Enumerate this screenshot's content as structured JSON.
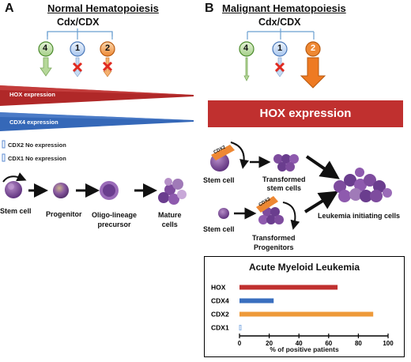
{
  "panelA": {
    "letter": "A",
    "title": "Normal Hematopoiesis",
    "cdx_title": "Cdx/CDX",
    "circles": [
      "4",
      "1",
      "2"
    ],
    "hox_label": "HOX expression",
    "cdx4_label": "CDX4  expression",
    "legend": [
      "CDX2 No expression",
      "CDX1 No expression"
    ],
    "cells": [
      "Stem cell",
      "Progenitor",
      "Oligo-lineage\nprecursor",
      "Mature\ncells"
    ]
  },
  "panelB": {
    "letter": "B",
    "title": "Malignant Hematopoiesis",
    "cdx_title": "Cdx/CDX",
    "circles": [
      "4",
      "1",
      "2"
    ],
    "hox_label": "HOX expression",
    "cdx2_tag": "CDX2",
    "cells": {
      "stem1": "Stem cell",
      "transformed_stem": "Transformed\nstem cells",
      "stem2": "Stem cell",
      "transformed_prog": "Transformed\nProgenitors",
      "leukemia": "Leukemia initiating cells"
    }
  },
  "colors": {
    "green": "#7dba57",
    "blue": "#8fb6e6",
    "orange": "#ee8833",
    "red": "#c0302f",
    "darkblue": "#3a6fbf",
    "purple": "#7a4a9a"
  },
  "chart_data": {
    "type": "bar",
    "title": "Acute Myeloid Leukemia",
    "categories": [
      "HOX",
      "CDX4",
      "CDX2",
      "CDX1"
    ],
    "values": [
      66,
      23,
      90,
      1
    ],
    "colors": [
      "#c0302f",
      "#3a6fbf",
      "#ee9a3a",
      "#8fb6e6"
    ],
    "xlabel": "% of positive patients",
    "xticks": [
      0,
      20,
      40,
      60,
      80,
      100
    ],
    "xlim": [
      0,
      100
    ]
  }
}
